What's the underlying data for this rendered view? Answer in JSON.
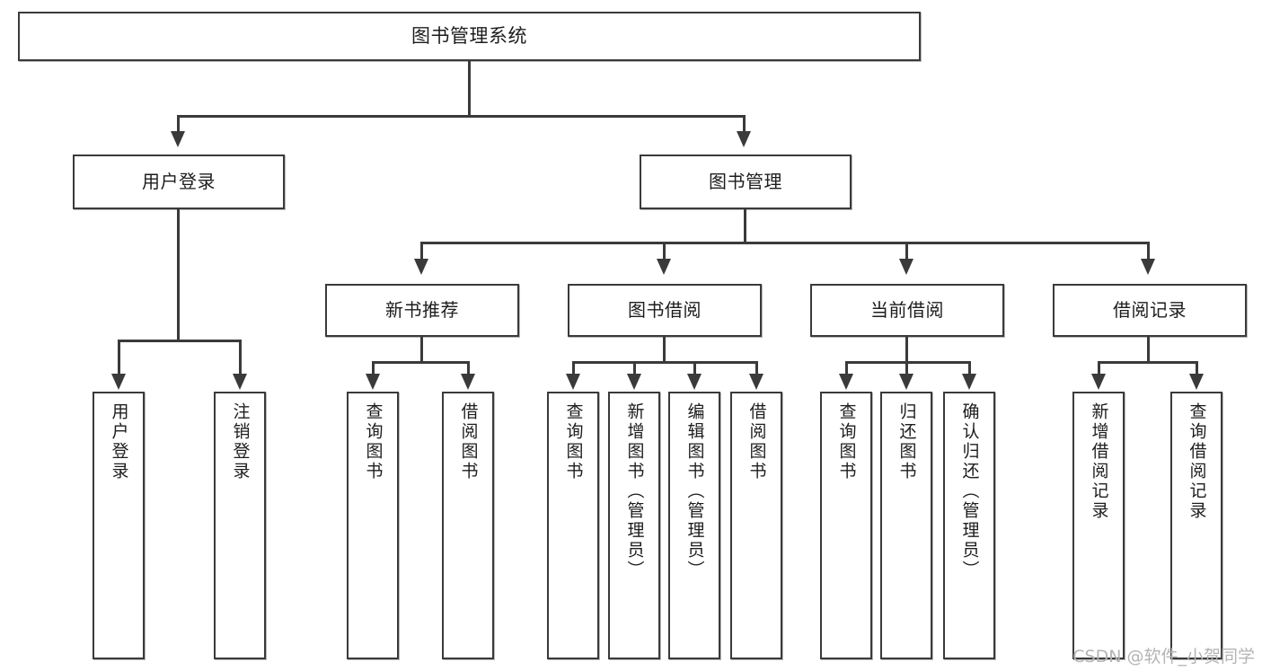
{
  "diagram": {
    "title": "图书管理系统",
    "type": "tree-hierarchy",
    "root": {
      "label": "图书管理系统"
    },
    "level2": [
      {
        "label": "用户登录"
      },
      {
        "label": "图书管理"
      }
    ],
    "level3": [
      {
        "label": "新书推荐"
      },
      {
        "label": "图书借阅"
      },
      {
        "label": "当前借阅"
      },
      {
        "label": "借阅记录"
      }
    ],
    "leaves": {
      "user_login": [
        {
          "label": "用户登录"
        },
        {
          "label": "注销登录"
        }
      ],
      "new_book_recommend": [
        {
          "label": "查询图书"
        },
        {
          "label": "借阅图书"
        }
      ],
      "book_borrow": [
        {
          "label": "查询图书"
        },
        {
          "label": "新增图书（管理员）"
        },
        {
          "label": "编辑图书（管理员）"
        },
        {
          "label": "借阅图书"
        }
      ],
      "current_borrow": [
        {
          "label": "查询图书"
        },
        {
          "label": "归还图书"
        },
        {
          "label": "确认归还（管理员）"
        }
      ],
      "borrow_record": [
        {
          "label": "新增借阅记录"
        },
        {
          "label": "查询借阅记录"
        }
      ]
    }
  },
  "watermark": {
    "text": "CSDN @软件_小贺同学"
  },
  "colors": {
    "stroke": "#3a3a3a",
    "text": "#1d1d1d",
    "background": "#ffffff",
    "watermark": "#b4b4b4"
  }
}
